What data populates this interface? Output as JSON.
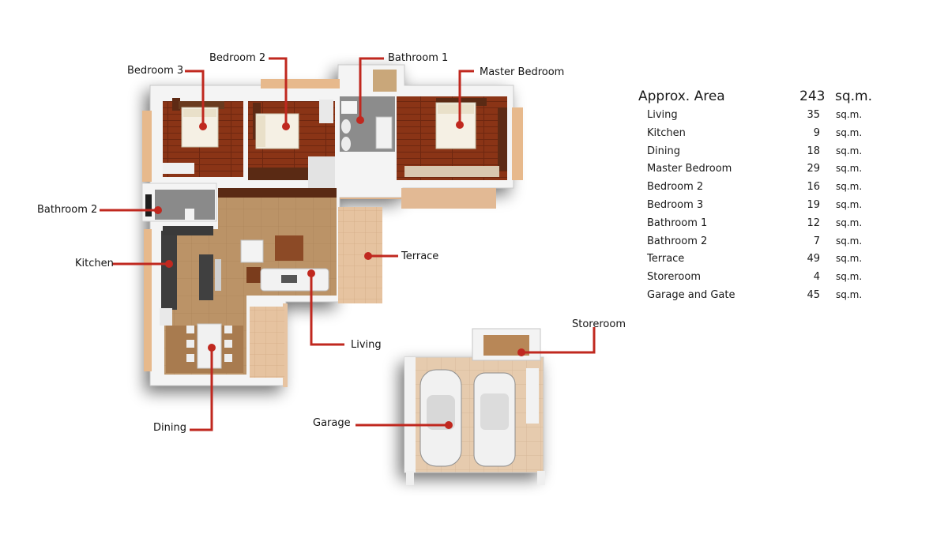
{
  "labels": {
    "bedroom3": "Bedroom 3",
    "bedroom2": "Bedroom 2",
    "bathroom1": "Bathroom 1",
    "master_bedroom": "Master Bedroom",
    "bathroom2": "Bathroom 2",
    "kitchen": "Kitchen",
    "terrace": "Terrace",
    "living": "Living",
    "dining": "Dining",
    "storeroom": "Storeroom",
    "garage": "Garage"
  },
  "area_table": {
    "title": "Approx. Area",
    "total": "243",
    "unit": "sq.m.",
    "rows": [
      {
        "name": "Living",
        "value": "35",
        "unit": "sq.m."
      },
      {
        "name": "Kitchen",
        "value": "9",
        "unit": "sq.m."
      },
      {
        "name": "Dining",
        "value": "18",
        "unit": "sq.m."
      },
      {
        "name": "Master Bedroom",
        "value": "29",
        "unit": "sq.m."
      },
      {
        "name": "Bedroom 2",
        "value": "16",
        "unit": "sq.m."
      },
      {
        "name": "Bedroom 3",
        "value": "19",
        "unit": "sq.m."
      },
      {
        "name": "Bathroom 1",
        "value": "12",
        "unit": "sq.m."
      },
      {
        "name": "Bathroom 2",
        "value": "7",
        "unit": "sq.m."
      },
      {
        "name": "Terrace",
        "value": "49",
        "unit": "sq.m."
      },
      {
        "name": "Storeroom",
        "value": "4",
        "unit": "sq.m."
      },
      {
        "name": "Garage and Gate",
        "value": "45",
        "unit": "sq.m."
      }
    ]
  },
  "colors": {
    "leader": "#c0281f",
    "wood_dark": "#7a2a12",
    "wood_mid": "#9a4a22",
    "floor_living": "#b99166",
    "terrace": "#e8c6a3",
    "tile": "#d8b999",
    "bathroom": "#8a8a8a",
    "garage": "#e3c6a8",
    "wall": "#f2f2f2"
  }
}
